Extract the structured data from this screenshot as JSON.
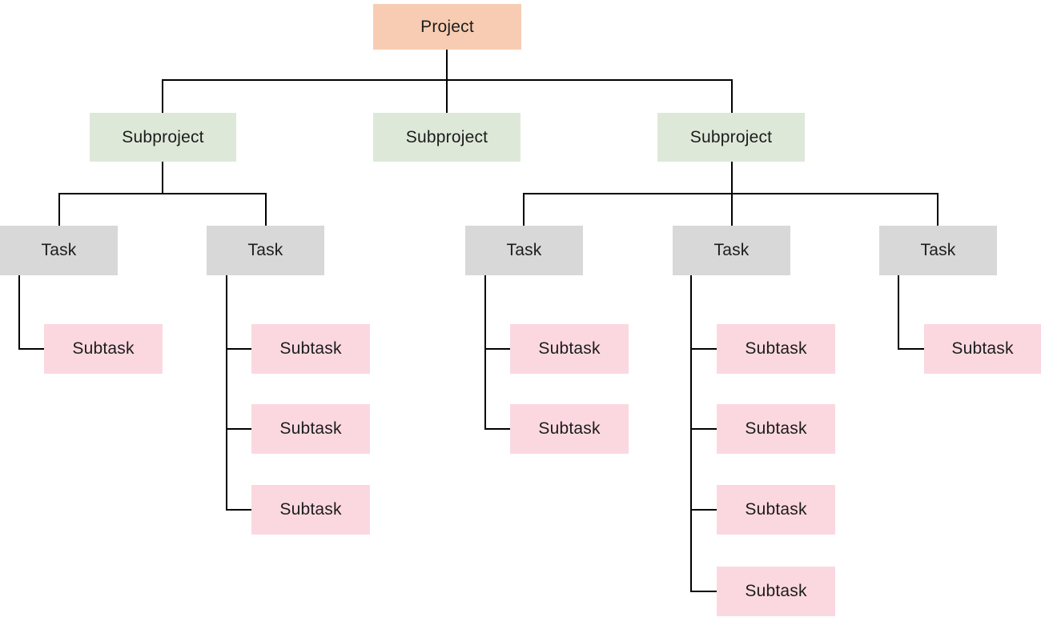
{
  "diagram_type": "work-breakdown-tree",
  "colors": {
    "project": "#f8ccb2",
    "subproject": "#dde8d9",
    "task": "#d8d8d8",
    "subtask": "#fbd8e0",
    "connector": "#000000"
  },
  "tree": {
    "label": "Project",
    "children": [
      {
        "label": "Subproject",
        "children": [
          {
            "label": "Task",
            "children": [
              {
                "label": "Subtask"
              }
            ]
          },
          {
            "label": "Task",
            "children": [
              {
                "label": "Subtask"
              },
              {
                "label": "Subtask"
              },
              {
                "label": "Subtask"
              }
            ]
          }
        ]
      },
      {
        "label": "Subproject",
        "children": []
      },
      {
        "label": "Subproject",
        "children": [
          {
            "label": "Task",
            "children": [
              {
                "label": "Subtask"
              },
              {
                "label": "Subtask"
              }
            ]
          },
          {
            "label": "Task",
            "children": [
              {
                "label": "Subtask"
              },
              {
                "label": "Subtask"
              },
              {
                "label": "Subtask"
              },
              {
                "label": "Subtask"
              }
            ]
          },
          {
            "label": "Task",
            "children": [
              {
                "label": "Subtask"
              }
            ]
          }
        ]
      }
    ]
  }
}
